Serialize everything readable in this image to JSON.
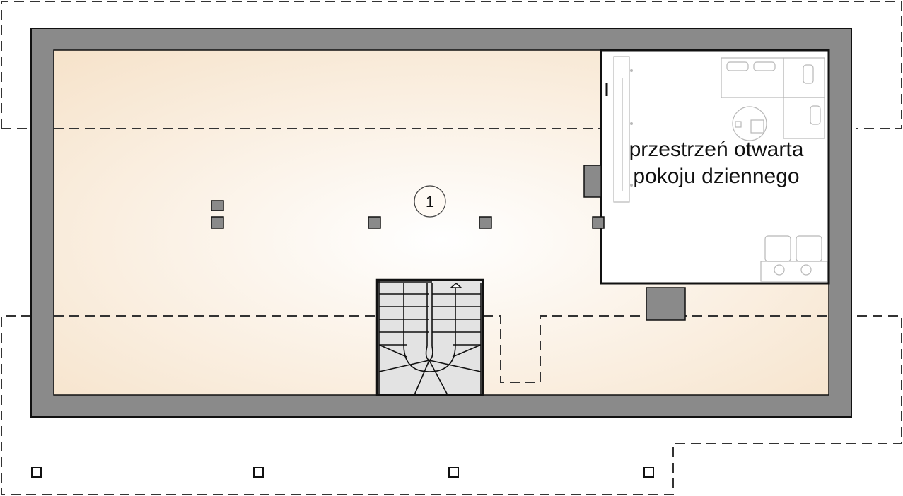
{
  "room_number": "1",
  "open_space_label": {
    "line1": "przestrzeń otwarta",
    "line2": "pokoju dziennego"
  },
  "colors": {
    "wall": "#8a8a8a",
    "floor_center": "#ffffff",
    "floor_edge": "#f7e4cc",
    "stair": "#e3e3e3",
    "outline": "#111111"
  }
}
